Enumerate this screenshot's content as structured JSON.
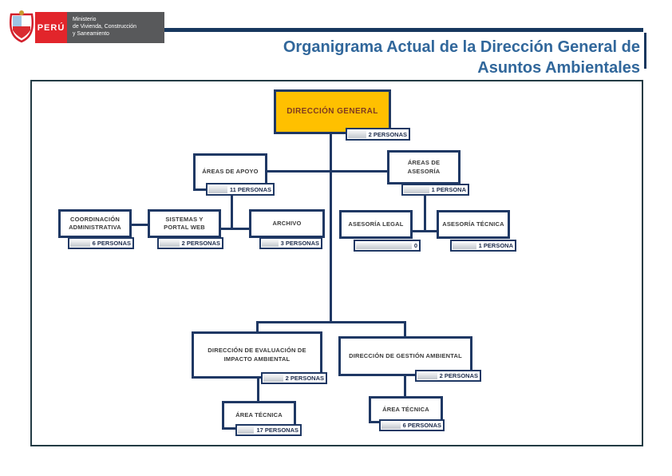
{
  "slide": {
    "title_line1": "Organigrama Actual de la Dirección General de",
    "title_line2": "Asuntos Ambientales"
  },
  "logo": {
    "country": "PERÚ",
    "ministry_line1": "Ministerio",
    "ministry_line2": "de Vivienda, Construcción",
    "ministry_line3": "y Saneamiento"
  },
  "colors": {
    "navy": "#1F3864",
    "header-navy": "#17375E",
    "title-blue": "#31679B",
    "amber": "#FFC000",
    "dg-text": "#7F3A21",
    "peru-red": "#E2252B",
    "ministry-gray": "#58595B",
    "frame": "#233B44"
  },
  "org": {
    "direccion_general": {
      "label": "DIRECCIÓN GENERAL",
      "count": "2 PERSONAS"
    },
    "areas_de_apoyo": {
      "label": "ÁREAS DE APOYO",
      "count": "11 PERSONAS"
    },
    "areas_de_asesoria": {
      "label": "ÁREAS DE ASESORÍA",
      "count": "1 PERSONA"
    },
    "coordinacion_administrativa": {
      "label": "COORDINACIÓN ADMINISTRATIVA",
      "count": "6 PERSONAS"
    },
    "sistemas_y_portal_web": {
      "label": "SISTEMAS Y PORTAL WEB",
      "count": "2 PERSONAS"
    },
    "archivo": {
      "label": "ARCHIVO",
      "count": "3 PERSONAS"
    },
    "asesoria_legal": {
      "label": "ASESORÍA LEGAL",
      "count": "0"
    },
    "asesoria_tecnica": {
      "label": "ASESORÍA TÉCNICA",
      "count": "1 PERSONA"
    },
    "direccion_evaluacion_impacto": {
      "label": "DIRECCIÓN DE EVALUACIÓN DE IMPACTO AMBIENTAL",
      "count": "2 PERSONAS"
    },
    "direccion_gestion_ambiental": {
      "label": "DIRECCIÓN DE GESTIÓN AMBIENTAL",
      "count": "2 PERSONAS"
    },
    "area_tecnica_evaluacion": {
      "label": "ÁREA TÉCNICA",
      "count": "17 PERSONAS"
    },
    "area_tecnica_gestion": {
      "label": "ÁREA TÉCNICA",
      "count": "6 PERSONAS"
    }
  }
}
